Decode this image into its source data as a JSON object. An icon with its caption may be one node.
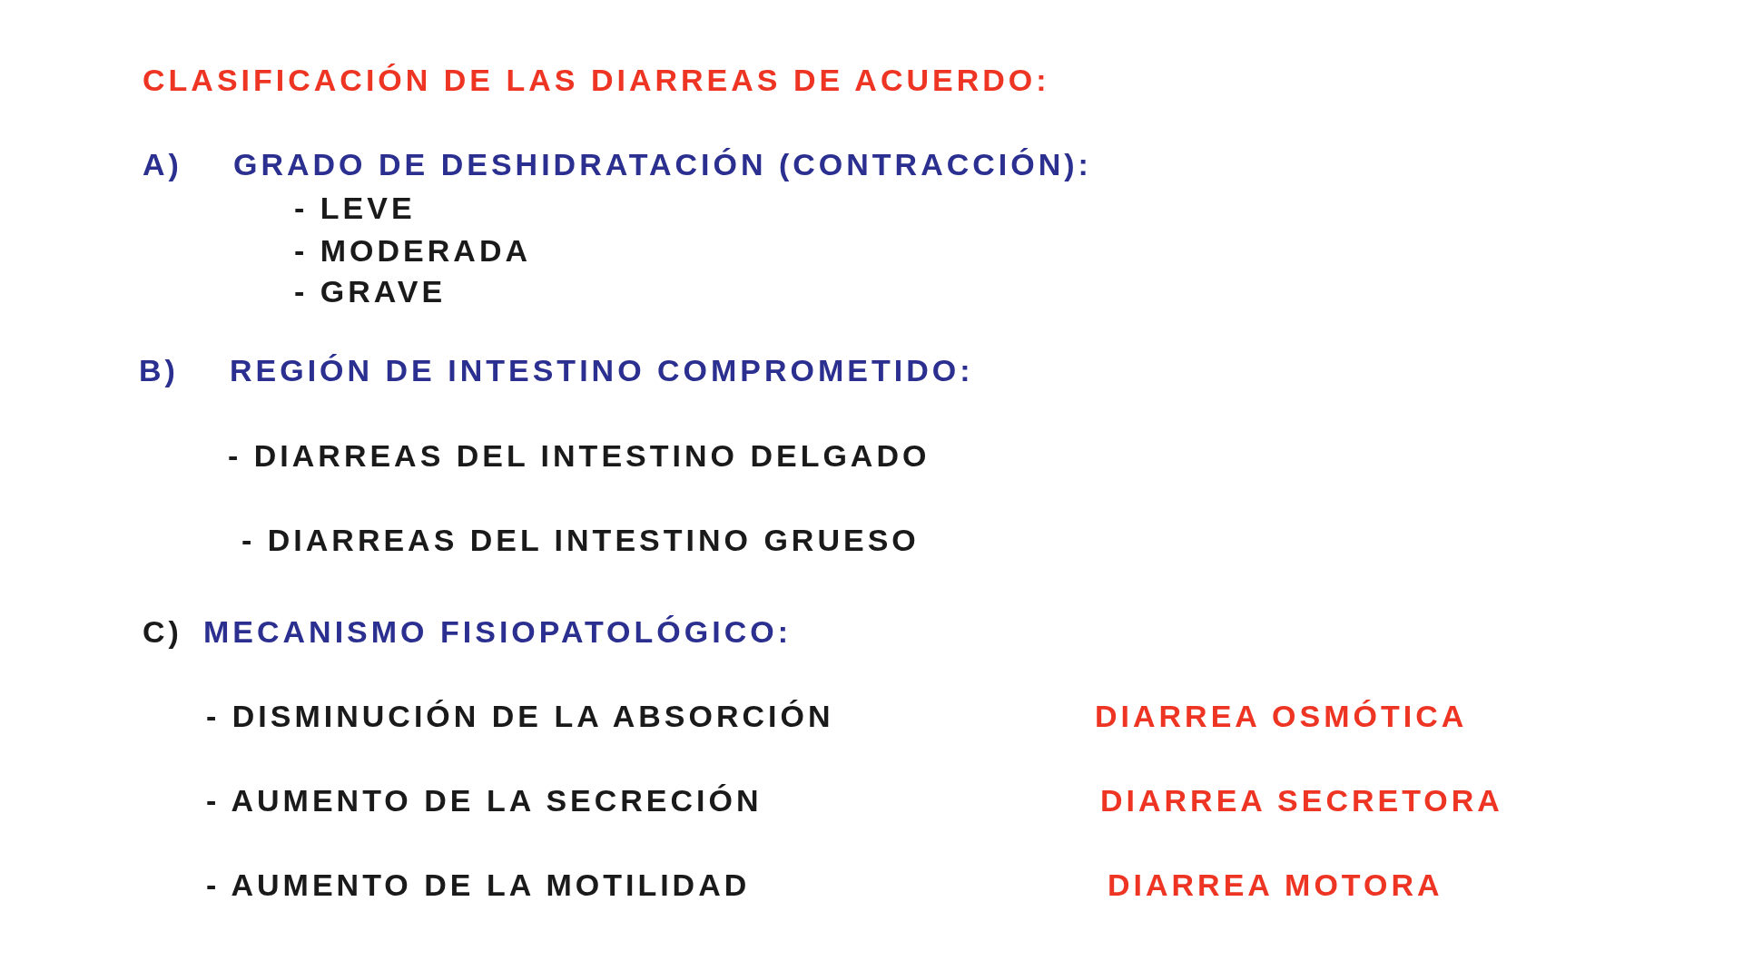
{
  "diagram": {
    "title": "CLASIFICACIÓN DE LAS DIARREAS DE ACUERDO:",
    "labels": [
      "A)",
      "GRADO DE DESHIDRATACIÓN (CONTRACCIÓN):",
      "- LEVE",
      "- MODERADA",
      "- GRAVE",
      "B)",
      "REGIÓN DE INTESTINO COMPROMETIDO:",
      "- DIARREAS DEL INTESTINO DELGADO",
      "- DIARREAS DEL INTESTINO GRUESO",
      "C)",
      "MECANISMO FISIOPATOLÓGICO:",
      "- DISMINUCIÓN DE LA ABSORCIÓN",
      "DIARREA OSMÓTICA",
      "- AUMENTO DE LA SECRECIÓN",
      "DIARREA SECRETORA",
      "- AUMENTO DE LA MOTILIDAD",
      "DIARREA MOTORA"
    ]
  }
}
